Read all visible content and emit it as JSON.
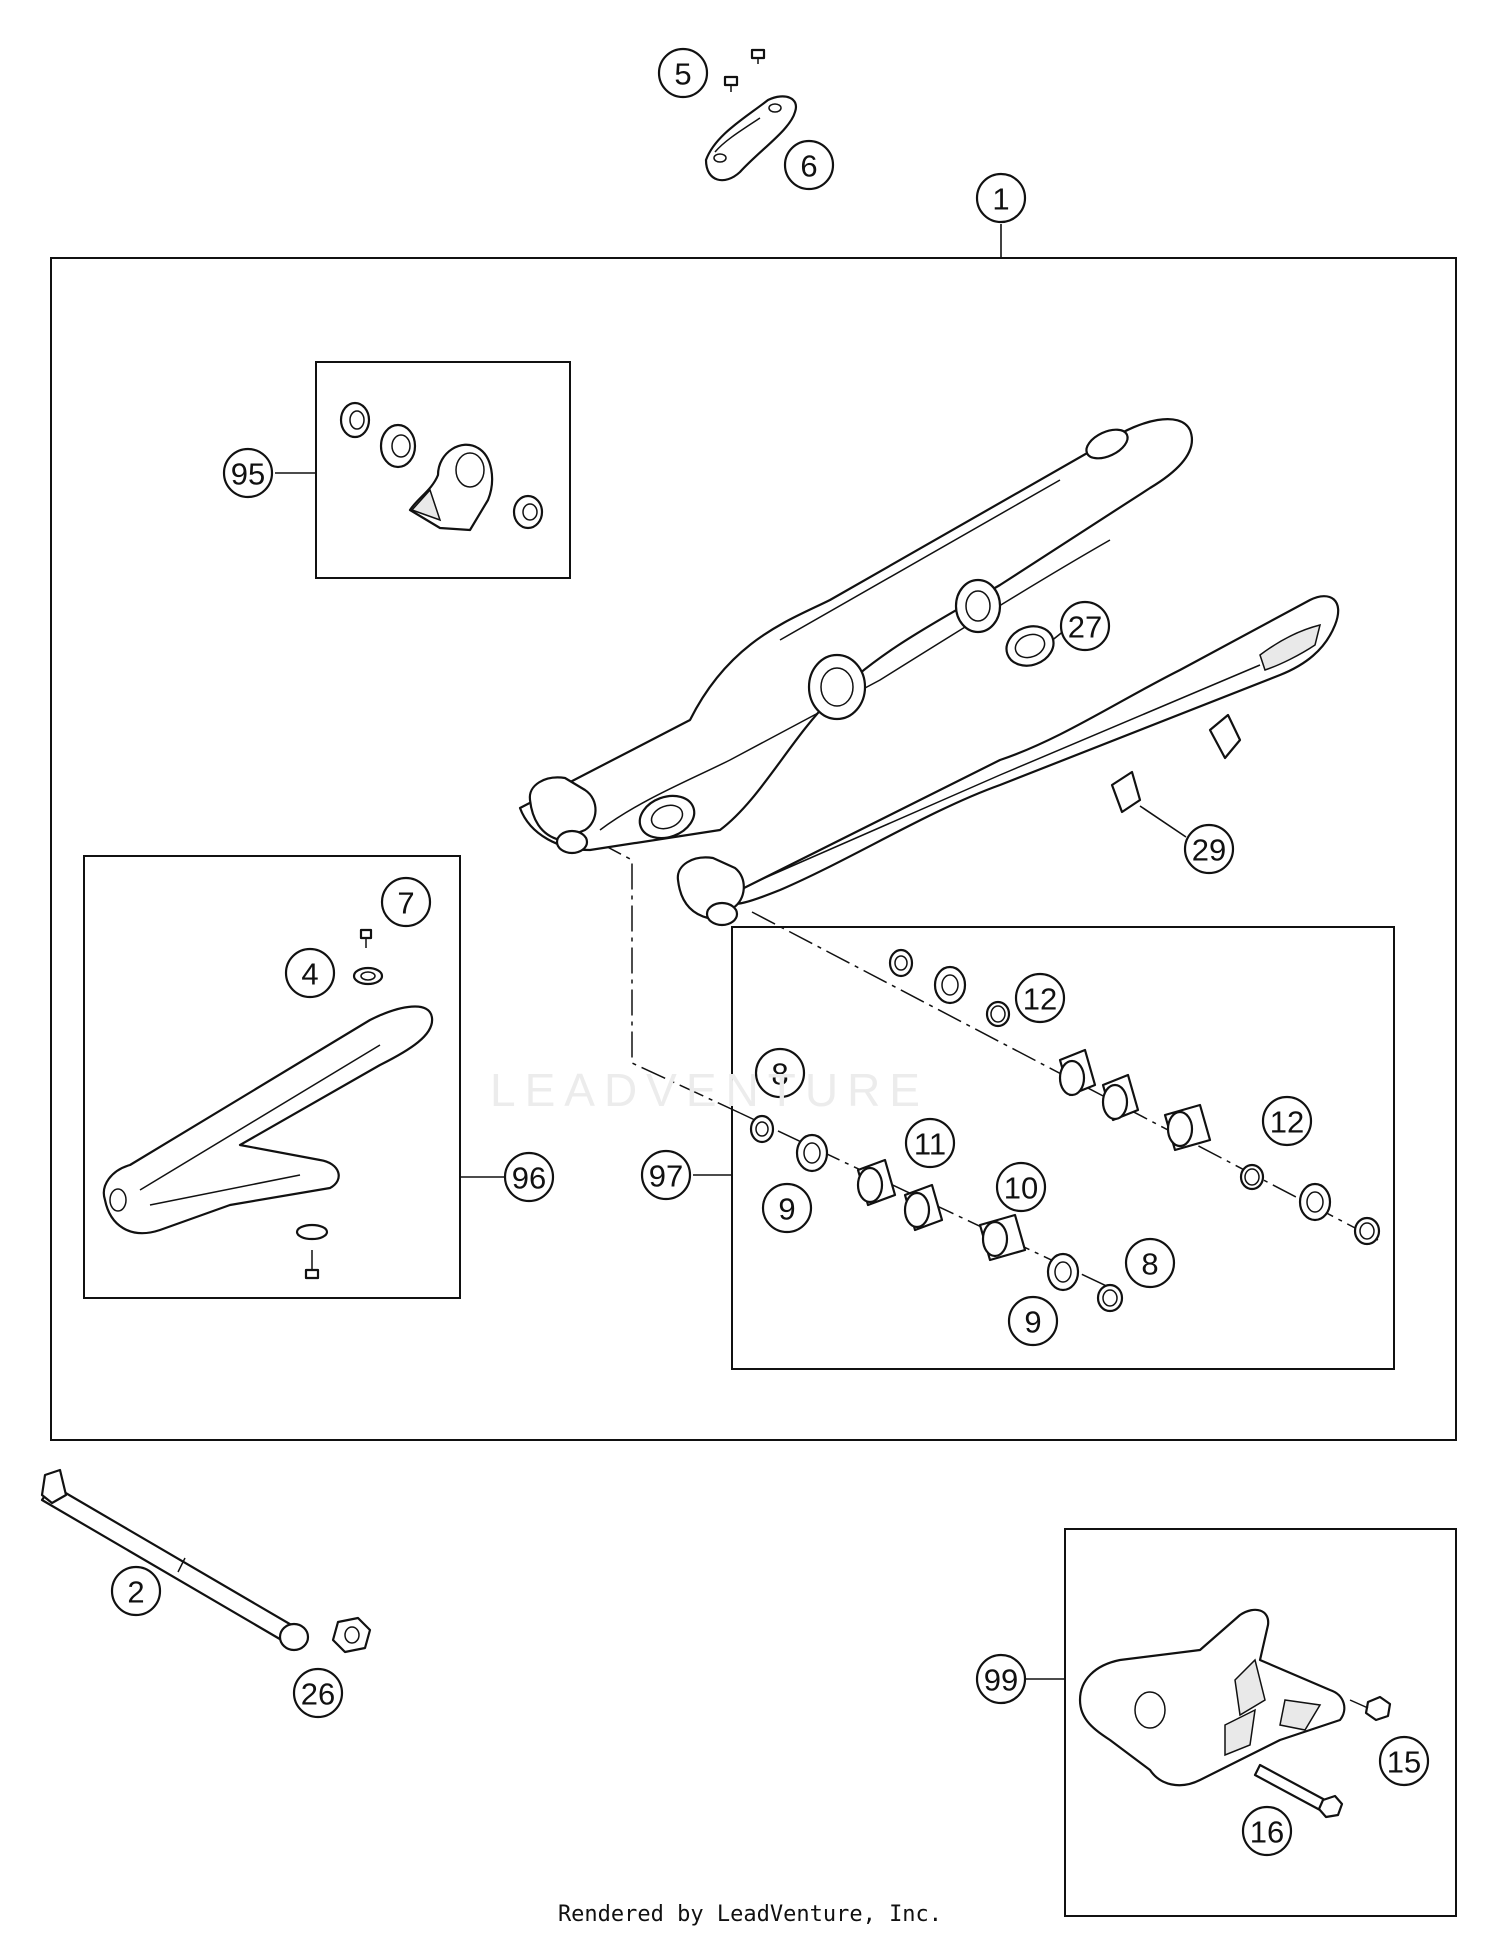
{
  "callouts": {
    "c5": "5",
    "c6": "6",
    "c1": "1",
    "c95": "95",
    "c27": "27",
    "c29": "29",
    "c7": "7",
    "c4": "4",
    "c96": "96",
    "c12a": "12",
    "c8a": "8",
    "c11": "11",
    "c12b": "12",
    "c97": "97",
    "c9a": "9",
    "c10": "10",
    "c8b": "8",
    "c9b": "9",
    "c2": "2",
    "c26": "26",
    "c99": "99",
    "c15": "15",
    "c16": "16"
  },
  "watermark": "LEADVENTURE",
  "footer": "Rendered by LeadVenture, Inc."
}
